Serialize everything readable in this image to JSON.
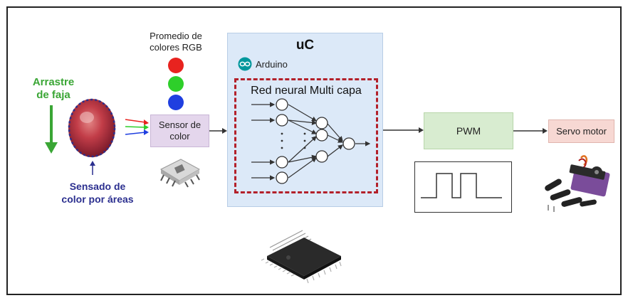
{
  "labels": {
    "belt_drag": "Arrastre de faja",
    "area_sensing": "Sensado de color por áreas",
    "rgb_average": "Promedio de colores RGB",
    "color_sensor": "Sensor de color",
    "uc": "uC",
    "arduino": "Arduino",
    "neural_net": "Red neural Multi capa",
    "pwm": "PWM",
    "servo_motor": "Servo motor"
  },
  "colors": {
    "green_label": "#3aa635",
    "blue_label": "#2b2f8f",
    "red_dot": "#e8231f",
    "green_dot": "#2ecf2a",
    "blue_dot": "#1f3fe0",
    "dashed_border": "#b3202a",
    "sensor_box": "#e4d6ec",
    "uc_box": "#dce9f8",
    "pwm_box": "#d8ecd0",
    "servo_box": "#f7d8d3",
    "arduino_logo": "#00979c"
  },
  "icons": {
    "fruit": "fruit-image",
    "sensor_chip": "color-sensor-chip-image",
    "microcontroller": "microcontroller-chip-image",
    "servo": "servo-motor-image",
    "arduino_logo": "arduino-logo-icon"
  }
}
